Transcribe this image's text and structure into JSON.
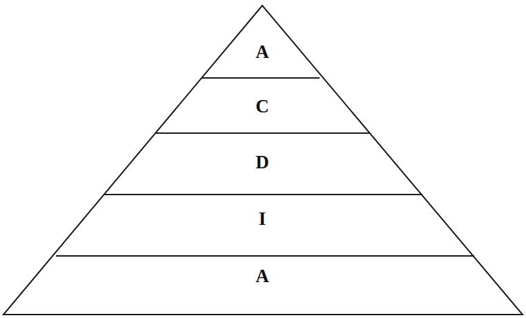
{
  "diagram": {
    "nodes": [
      {
        "text": [
          "A"
        ]
      },
      {
        "text": [
          "C"
        ]
      },
      {
        "text": [
          "D"
        ]
      },
      {
        "text": [
          "I"
        ]
      },
      {
        "text": [
          "A"
        ]
      }
    ]
  }
}
